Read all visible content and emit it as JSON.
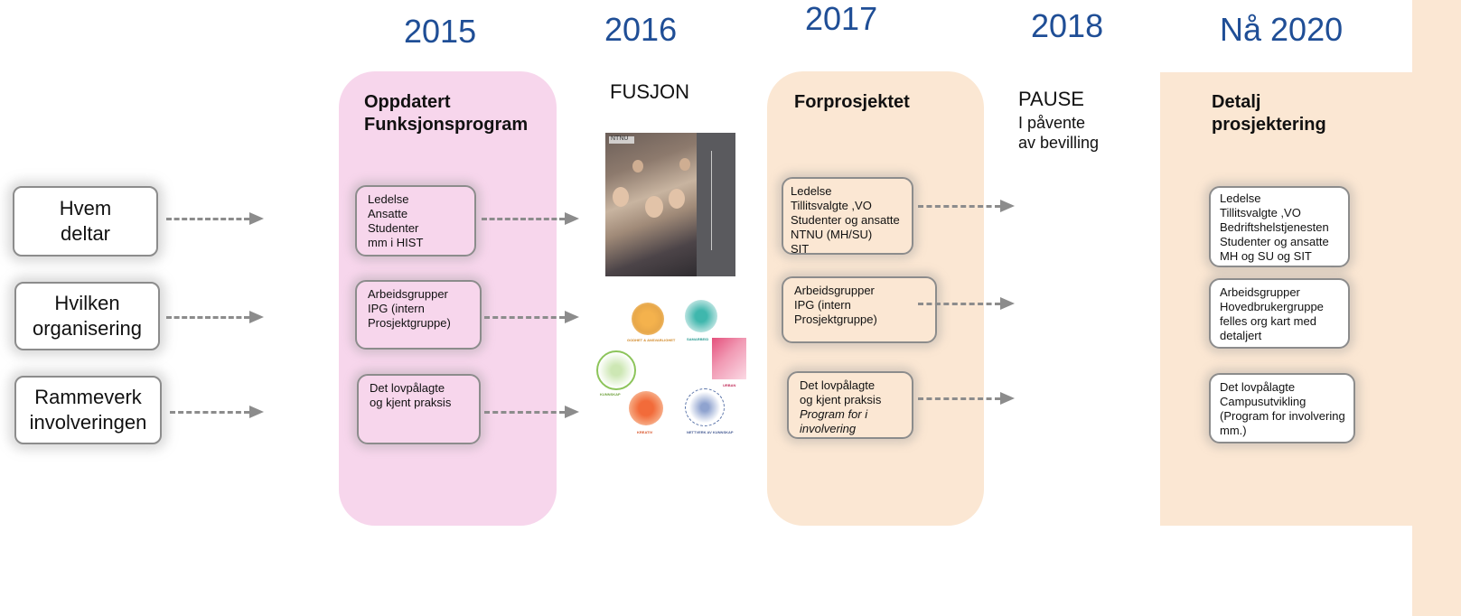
{
  "years": [
    "2015",
    "2016",
    "2017",
    "2018",
    "Nå 2020"
  ],
  "left_labels": [
    {
      "line1": "Hvem",
      "line2": "deltar"
    },
    {
      "line1": "Hvilken",
      "line2": "organisering"
    },
    {
      "line1": "Rammeverk",
      "line2": "involveringen"
    }
  ],
  "col2015": {
    "title_line1": "Oppdatert",
    "title_line2": "Funksjonsprogram",
    "box1": [
      "Ledelse",
      "Ansatte",
      "Studenter",
      "mm i HIST"
    ],
    "box2": [
      "Arbeidsgrupper",
      "IPG (intern",
      "Prosjektgruppe)"
    ],
    "box3": [
      "Det lovpålagte",
      "og kjent praksis"
    ]
  },
  "col2016": {
    "title": "FUSJON",
    "book_logo": "NTNU",
    "icon_captions": [
      "GODHET & ANSVARLIGHET",
      "SAMARBEID",
      "KUNNSKAP",
      "URBAN",
      "KREATIV",
      "NETTVERK AV KUNNSKAP"
    ]
  },
  "col2017": {
    "title": "Forprosjektet",
    "box1": [
      "Ledelse",
      "Tillitsvalgte ,VO",
      "Studenter og ansatte",
      "NTNU (MH/SU)",
      "SIT"
    ],
    "box2": [
      "Arbeidsgrupper",
      "IPG (intern",
      "Prosjektgruppe)"
    ],
    "box3": [
      "Det lovpålagte",
      "og kjent praksis"
    ],
    "box3_italic": [
      "Program for i",
      "involvering"
    ]
  },
  "col2018": {
    "title": "PAUSE",
    "sub1": "I påvente",
    "sub2": "av bevilling"
  },
  "col2020": {
    "title_line1": "Detalj",
    "title_line2": "prosjektering",
    "box1": [
      "Ledelse",
      "Tillitsvalgte ,VO",
      "Bedriftshelstjenesten",
      "Studenter og ansatte",
      "MH og SU og SIT"
    ],
    "box2": [
      "Arbeidsgrupper",
      "Hovedbrukergruppe",
      "felles org kart med",
      "detaljert"
    ],
    "box3": [
      "Det lovpålagte",
      "Campusutvikling",
      "(Program for involvering",
      "mm.)"
    ]
  },
  "colors": {
    "year": "#1f4e96",
    "pink": "#f7d6ec",
    "peach": "#fbe7d3",
    "arrow": "#8c8c8c"
  }
}
